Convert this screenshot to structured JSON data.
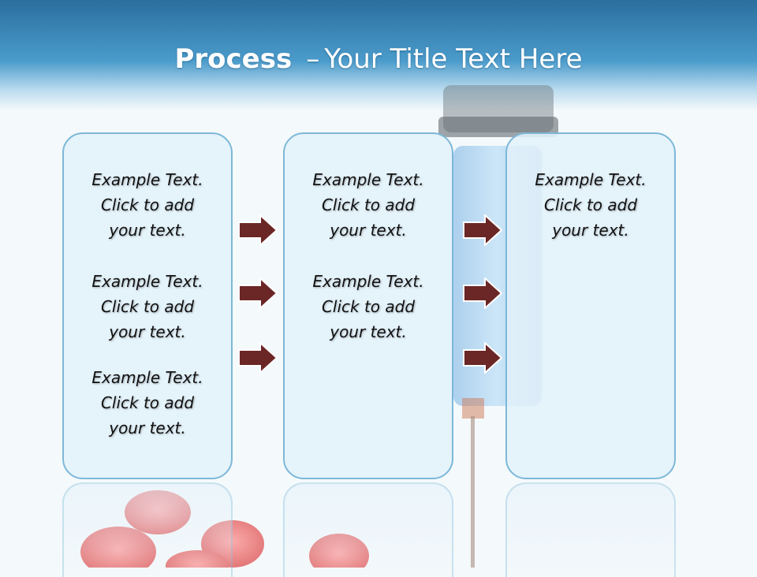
{
  "slide": {
    "title_bold": "Process",
    "title_dash": "–",
    "title_rest": "Your Title Text Here"
  },
  "panels": [
    {
      "blocks": [
        {
          "line1": "Example Text.",
          "line2": "Click  to add",
          "line3": "your text."
        },
        {
          "line1": "Example Text.",
          "line2": "Click  to add",
          "line3": "your text."
        },
        {
          "line1": "Example Text.",
          "line2": "Click  to add",
          "line3": "your text."
        }
      ]
    },
    {
      "blocks": [
        {
          "line1": "Example Text.",
          "line2": "Click  to add",
          "line3": "your text."
        },
        {
          "line1": "Example Text.",
          "line2": "Click  to add",
          "line3": "your text."
        }
      ]
    },
    {
      "blocks": [
        {
          "line1": "Example Text.",
          "line2": "Click  to add",
          "line3": "your text."
        }
      ]
    }
  ],
  "colors": {
    "header_blue": "#3d8fc2",
    "panel_border": "#7db8d8",
    "panel_fill": "#e3f1fa",
    "arrow_fill": "#6b2626",
    "arrow_stroke": "#ffffff"
  }
}
